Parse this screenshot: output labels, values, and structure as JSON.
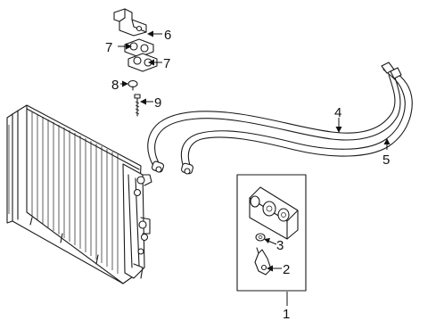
{
  "callouts": [
    {
      "id": "c1",
      "label": "1",
      "part": "oil-cooler-assembly"
    },
    {
      "id": "c2",
      "label": "2",
      "part": "bracket"
    },
    {
      "id": "c3",
      "label": "3",
      "part": "seal"
    },
    {
      "id": "c4",
      "label": "4",
      "part": "inlet-hose"
    },
    {
      "id": "c5",
      "label": "5",
      "part": "outlet-hose"
    },
    {
      "id": "c6",
      "label": "6",
      "part": "mounting-clip"
    },
    {
      "id": "c7a",
      "label": "7",
      "part": "line-clamp-upper"
    },
    {
      "id": "c7b",
      "label": "7",
      "part": "line-clamp-lower"
    },
    {
      "id": "c8",
      "label": "8",
      "part": "bolt"
    },
    {
      "id": "c9",
      "label": "9",
      "part": "stud"
    }
  ]
}
